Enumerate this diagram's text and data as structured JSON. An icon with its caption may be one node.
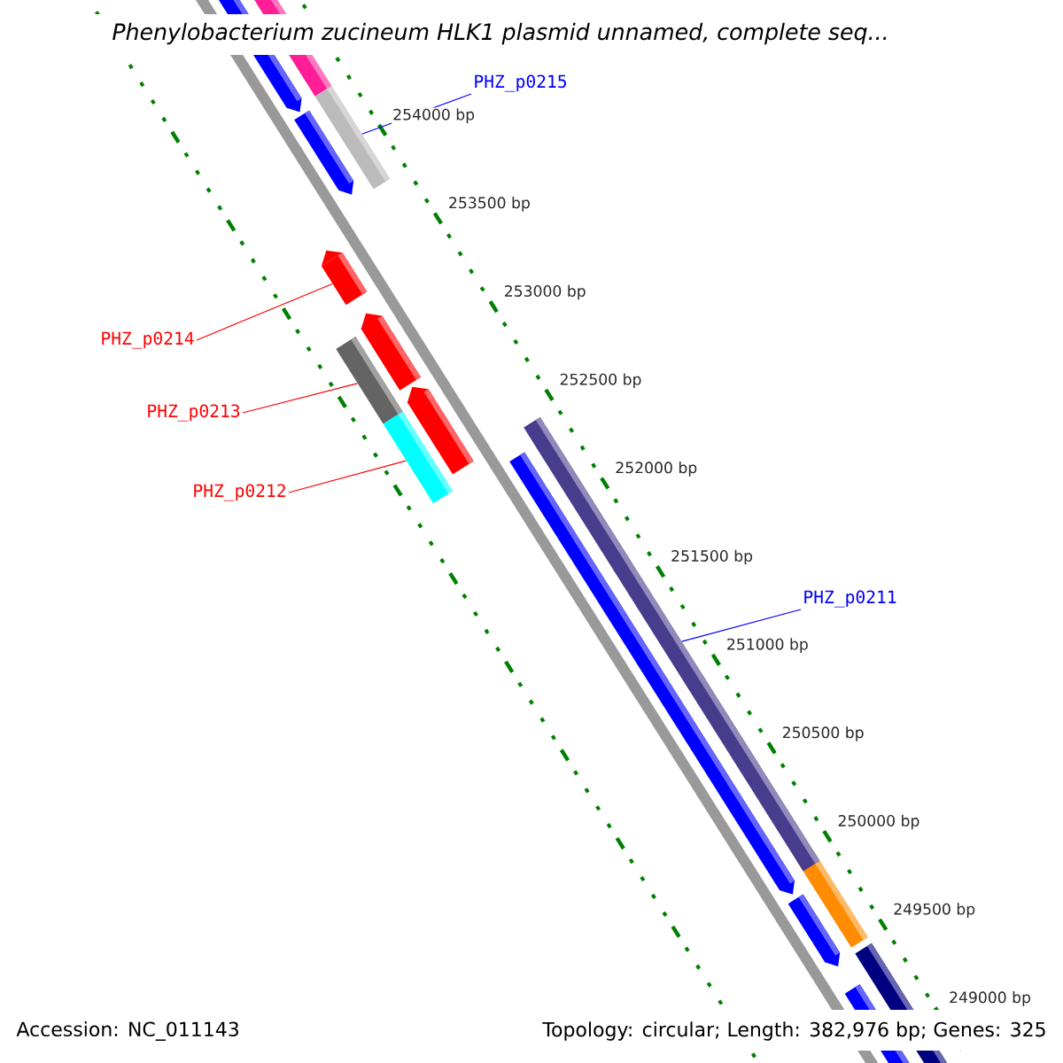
{
  "diagram": {
    "title": "Phenylobacterium zucineum HLK1 plasmid unnamed, complete seq...",
    "nodes": [
      {
        "text": [
          "PHZ_p0215"
        ]
      },
      {
        "text": [
          "PHZ_p0214"
        ]
      },
      {
        "text": [
          "PHZ_p0213"
        ]
      },
      {
        "text": [
          "PHZ_p0212"
        ]
      },
      {
        "text": [
          "PHZ_p0211"
        ]
      },
      {
        "text": [],
        "shape": "bar"
      },
      {
        "text": [],
        "shape": "bar"
      },
      {
        "text": [],
        "shape": "bar"
      },
      {
        "text": [],
        "shape": "bar"
      },
      {
        "text": [],
        "shape": "bar"
      }
    ],
    "edges": [
      {
        "from": 0,
        "to": 5,
        "arrow": "none",
        "color": "#0000ff"
      },
      {
        "from": 1,
        "to": 6,
        "arrow": "none"
      },
      {
        "from": 2,
        "to": 7,
        "arrow": "none"
      },
      {
        "from": 3,
        "to": 8,
        "arrow": "none"
      },
      {
        "from": 4,
        "to": 9,
        "arrow": "none",
        "color": "#0000ff"
      }
    ],
    "labels": [
      "254000 bp",
      "253500 bp",
      "253000 bp",
      "252500 bp",
      "252000 bp",
      "251500 bp",
      "251000 bp",
      "250500 bp",
      "250000 bp",
      "249500 bp",
      "249000 bp",
      "Accession: NC_011143",
      "Topology: circular; Length: 382,976 bp; Genes: 325"
    ]
  }
}
